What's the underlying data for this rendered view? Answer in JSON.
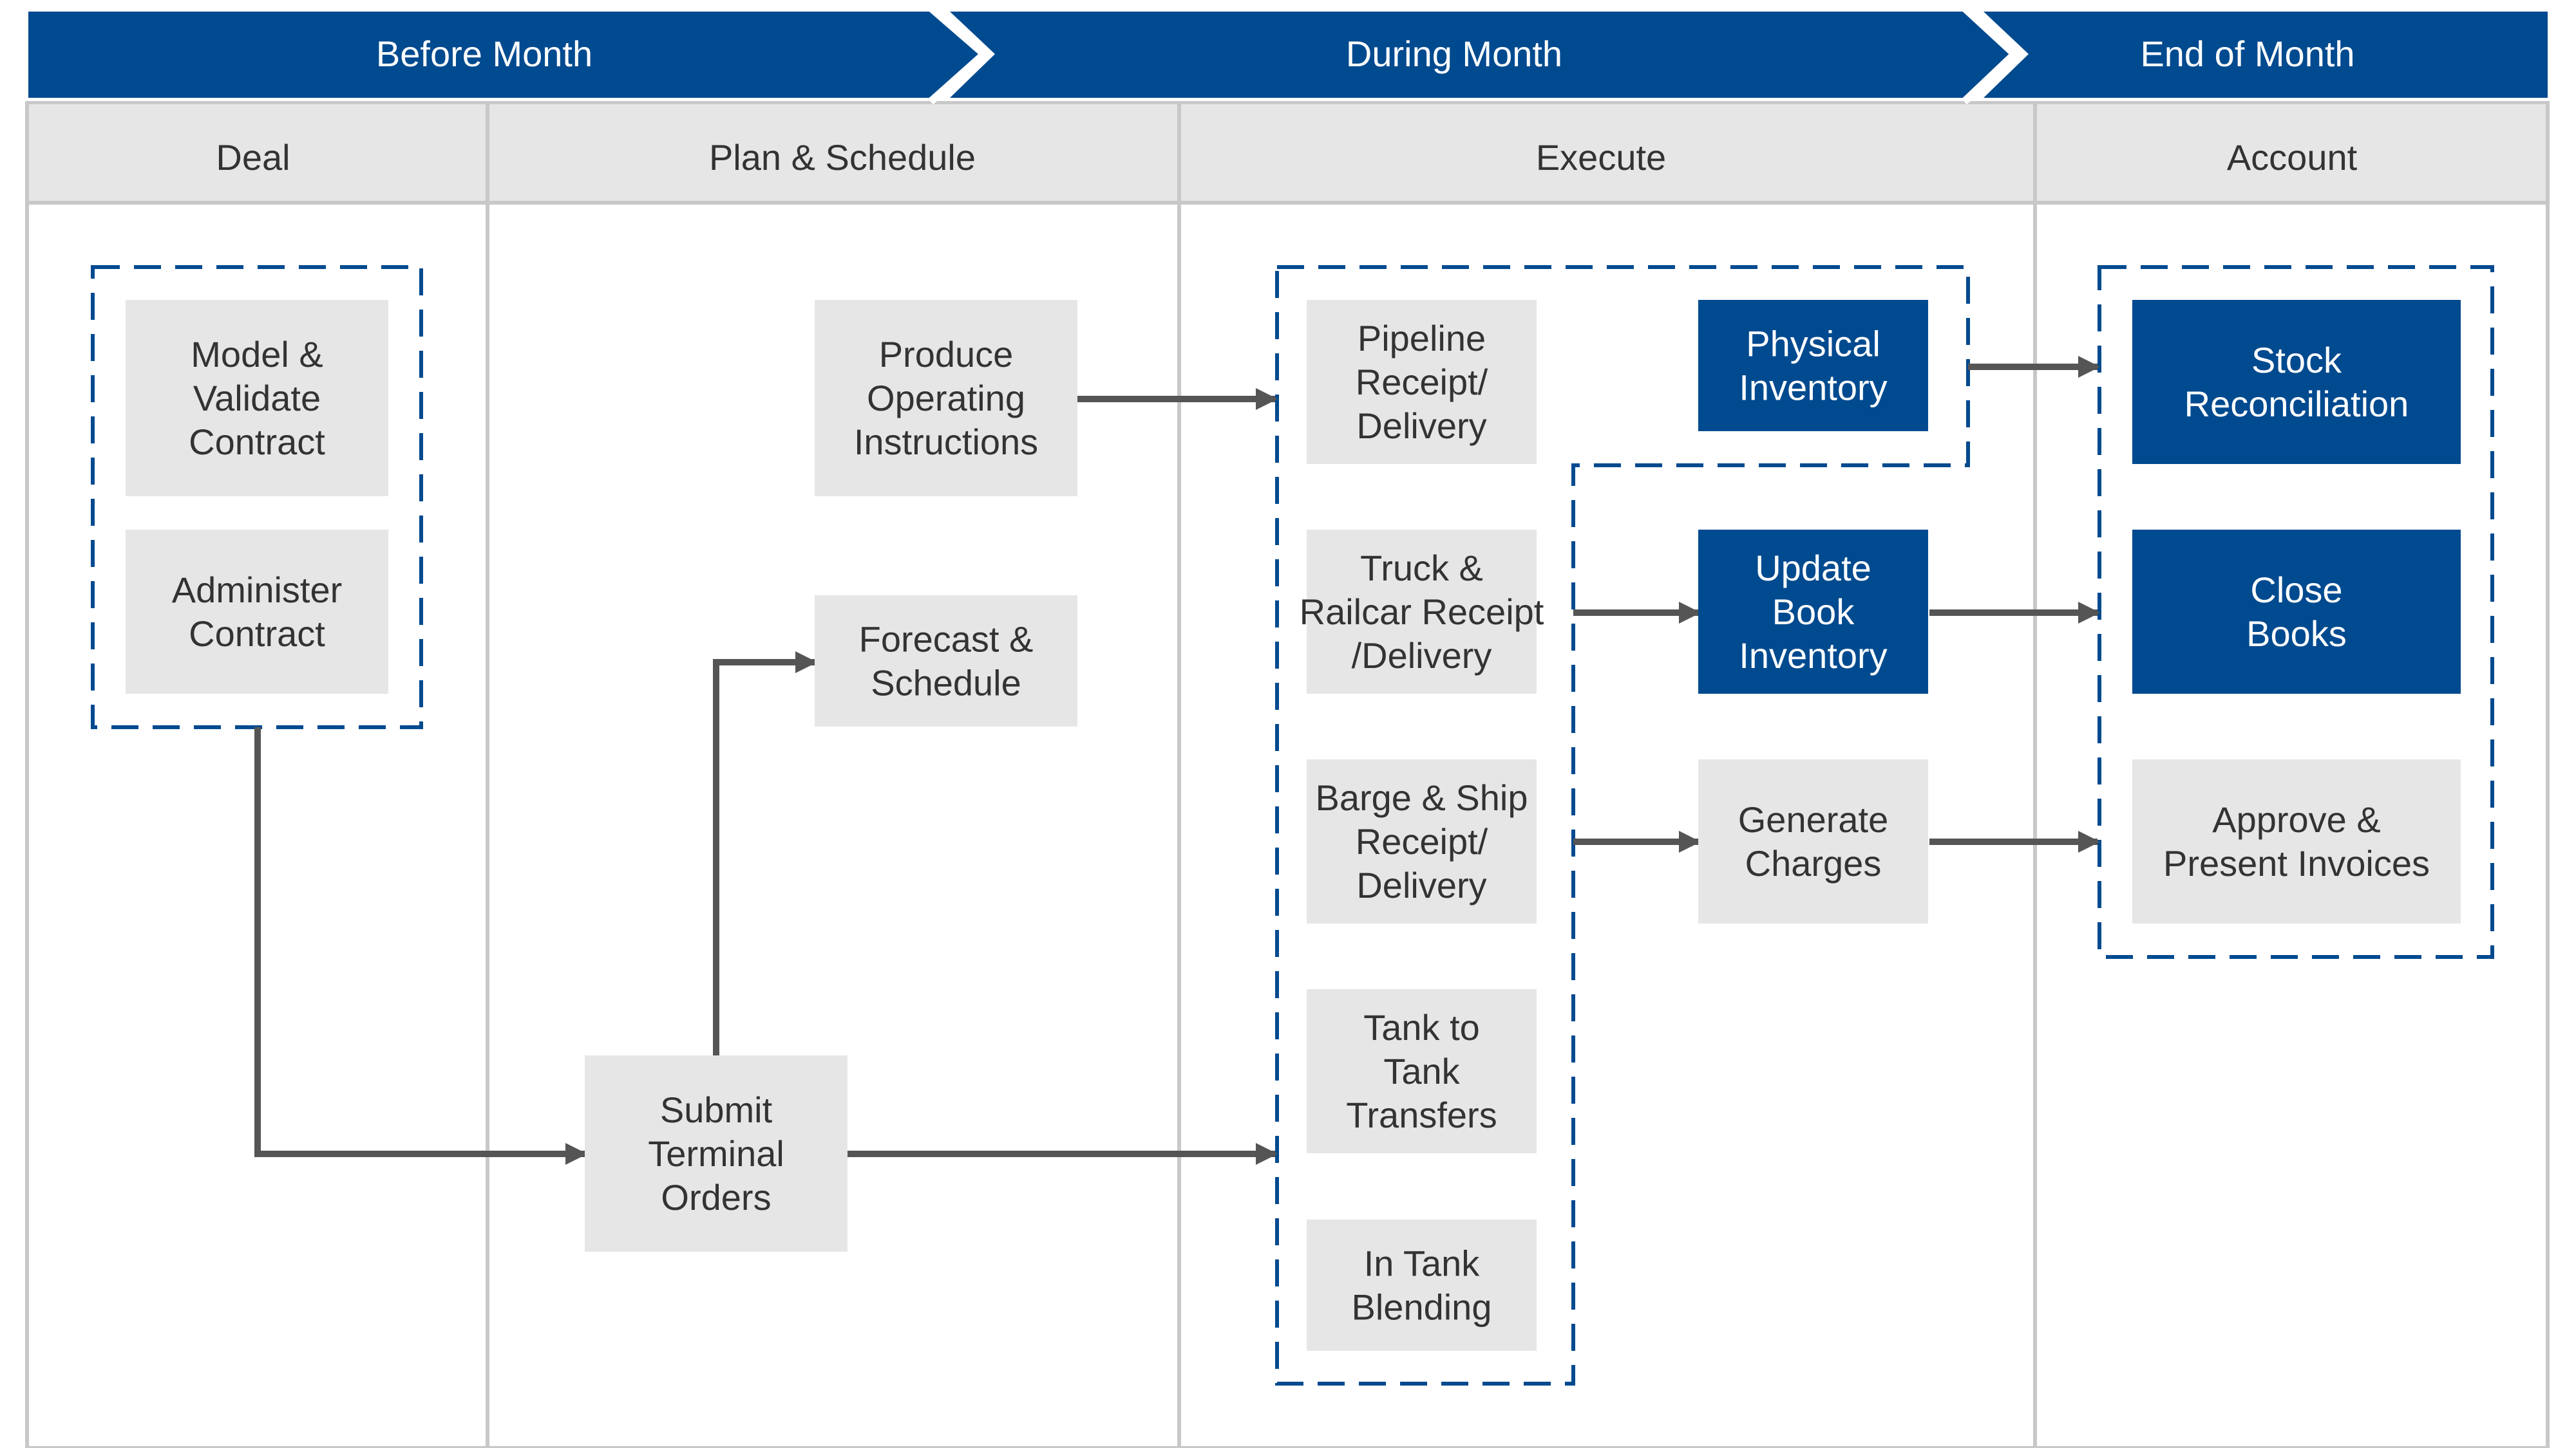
{
  "phases": [
    {
      "label": "Before Month"
    },
    {
      "label": "During Month"
    },
    {
      "label": "End of Month"
    }
  ],
  "lanes": [
    {
      "label": "Deal"
    },
    {
      "label": "Plan & Schedule"
    },
    {
      "label": "Execute"
    },
    {
      "label": "Account"
    }
  ],
  "nodes": {
    "model_validate": [
      "Model &",
      "Validate",
      "Contract"
    ],
    "administer": [
      "Administer",
      "Contract"
    ],
    "produce_oi": [
      "Produce",
      "Operating",
      "Instructions"
    ],
    "forecast": [
      "Forecast &",
      "Schedule"
    ],
    "submit_orders": [
      "Submit",
      "Terminal",
      "Orders"
    ],
    "pipeline": [
      "Pipeline",
      "Receipt/",
      "Delivery"
    ],
    "truck_rail": [
      "Truck &",
      "Railcar Receipt",
      "/Delivery"
    ],
    "barge_ship": [
      "Barge & Ship",
      "Receipt/",
      "Delivery"
    ],
    "tank_transfer": [
      "Tank to",
      "Tank",
      "Transfers"
    ],
    "in_tank": [
      "In Tank",
      "Blending"
    ],
    "physical_inv": [
      "Physical",
      "Inventory"
    ],
    "update_book": [
      "Update",
      "Book",
      "Inventory"
    ],
    "gen_charges": [
      "Generate",
      "Charges"
    ],
    "stock_rec": [
      "Stock",
      "Reconciliation"
    ],
    "close_books": [
      "Close",
      "Books"
    ],
    "approve_inv": [
      "Approve &",
      "Present Invoices"
    ]
  },
  "colors": {
    "brand_blue": "#004a8f",
    "box_gray": "#e6e6e6",
    "line_gray": "#c8c8c8",
    "arrow_gray": "#555555",
    "text_dark": "#333333",
    "text_light": "#ffffff"
  }
}
